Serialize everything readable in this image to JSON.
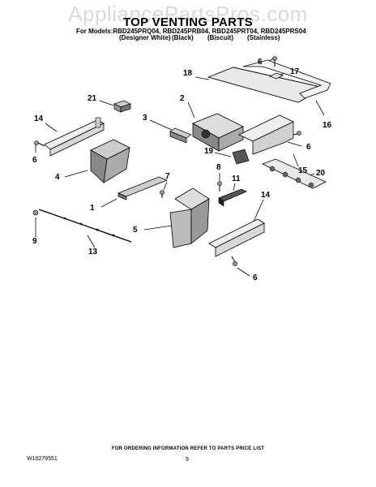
{
  "watermark": "AppliancePartsPros.com",
  "title": "TOP VENTING PARTS",
  "models_line": "For Models:RBD245PRQ04, RBD245PRB04, RBD245PRT04, RBD245PRS04",
  "model_labels": [
    "(Designer White)",
    "(Black)",
    "(Biscuit)",
    "(Stainless)"
  ],
  "callouts": {
    "c21": "21",
    "c14a": "14",
    "c6a": "6",
    "c4": "4",
    "c3": "3",
    "c2": "2",
    "c18": "18",
    "c6b": "6",
    "c17": "17",
    "c16": "16",
    "c6c": "6",
    "c19": "19",
    "c15": "15",
    "c20": "20",
    "c8": "8",
    "c7": "7",
    "c11": "11",
    "c1": "1",
    "c14b": "14",
    "c5": "5",
    "c9": "9",
    "c13": "13",
    "c6d": "6"
  },
  "footer_note": "FOR ORDERING INFORMATION REFER TO PARTS PRICE LIST",
  "doc_number": "W10279551",
  "page_number": "9"
}
